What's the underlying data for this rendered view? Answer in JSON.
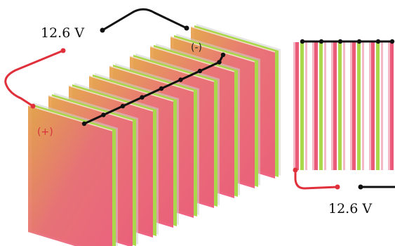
{
  "diagram": {
    "voltage_label_left": "12.6 V",
    "voltage_label_right": "12.6 V",
    "positive_label": "(+)",
    "negative_label": "(-)",
    "cell_count": 9,
    "side_view_cell_count": 6,
    "colors": {
      "positive_wire": "#e0303c",
      "negative_wire": "#111111",
      "plate_pink": "#ec5a7a",
      "plate_green": "#a9d84a",
      "plate_orange": "#e5a74d",
      "frame": "#cfcfcf"
    }
  }
}
